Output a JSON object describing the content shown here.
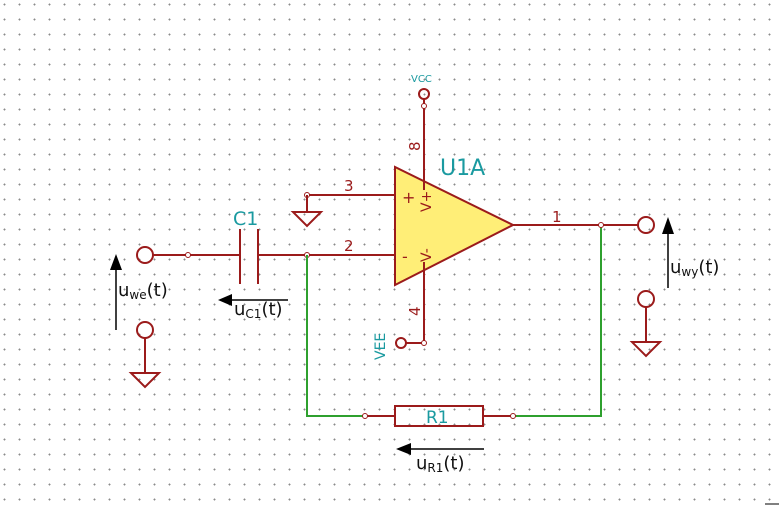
{
  "components": {
    "opamp": {
      "ref": "U1A",
      "pin_plus": "3",
      "pin_minus": "2",
      "pin_out": "1",
      "pin_vcc": "8",
      "pin_vee": "4",
      "sym_plus": "+",
      "sym_minus": "-",
      "sym_vplus": "V+",
      "sym_vminus": "V-"
    },
    "capacitor": {
      "ref": "C1"
    },
    "resistor": {
      "ref": "R1"
    },
    "vcc": {
      "label": "VCC"
    },
    "vee": {
      "label": "VEE"
    }
  },
  "signals": {
    "input": {
      "base": "u",
      "sub": "we",
      "suffix": "(t)"
    },
    "output": {
      "base": "u",
      "sub": "wy",
      "suffix": "(t)"
    },
    "capacitor_voltage": {
      "base": "u",
      "sub": "C1",
      "suffix": "(t)"
    },
    "resistor_voltage": {
      "base": "u",
      "sub": "R1",
      "suffix": "(t)"
    }
  },
  "colors": {
    "wire": "#9b1b1b",
    "feedback_wire": "#2ea02e",
    "opamp_fill": "#ffee77",
    "label": "#1a9aa0"
  }
}
